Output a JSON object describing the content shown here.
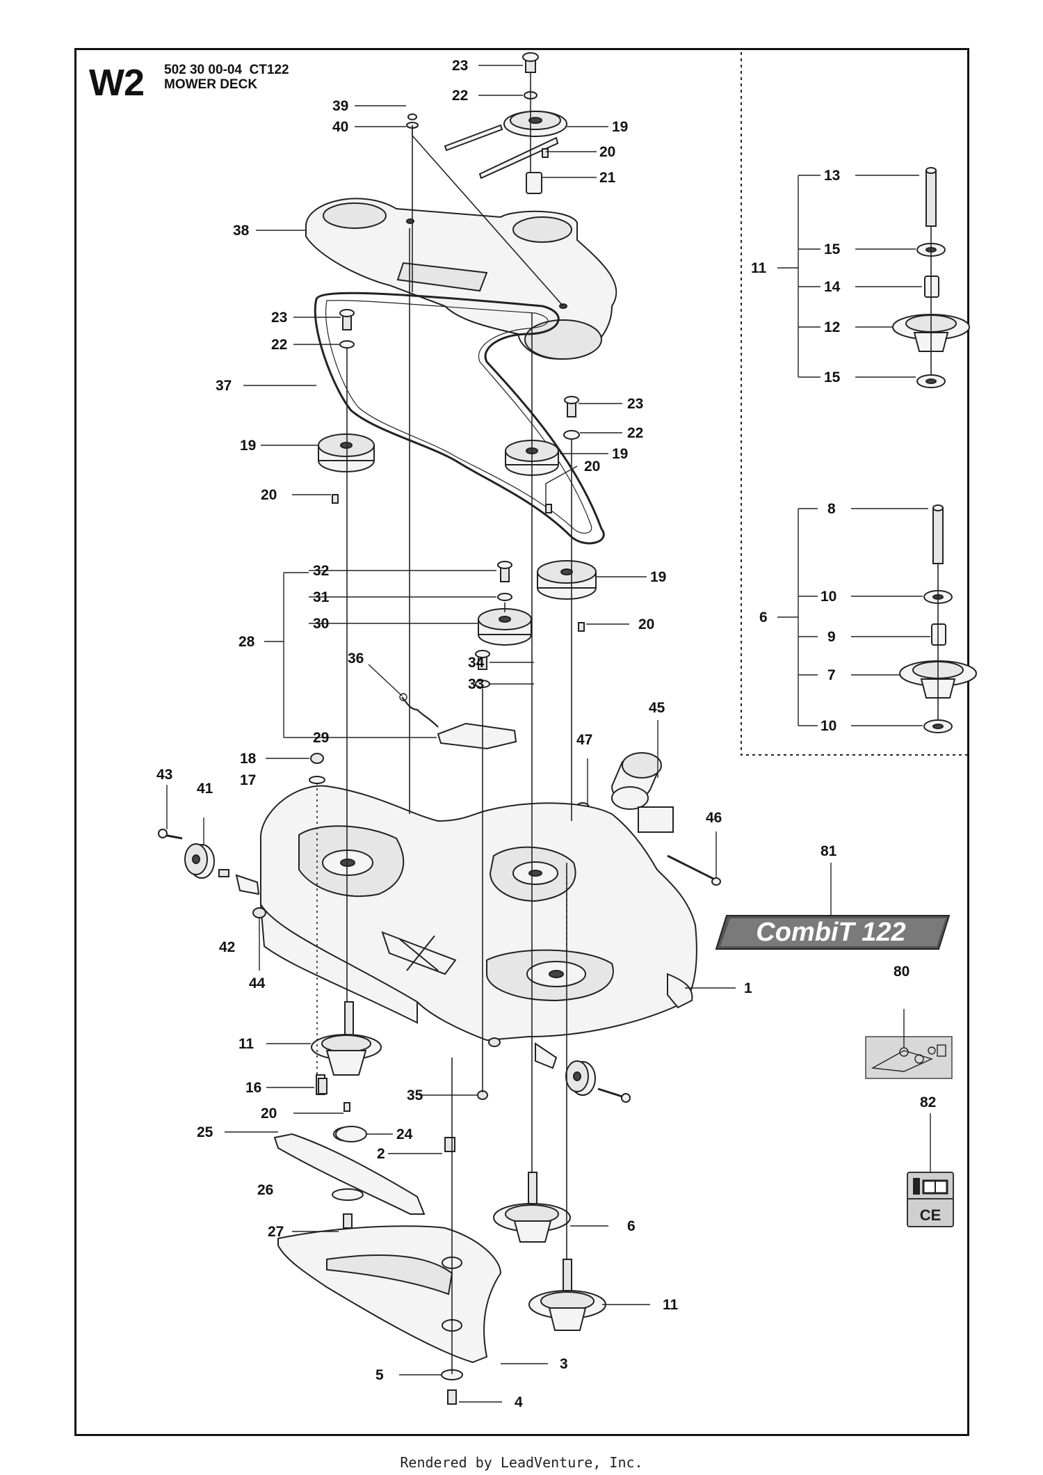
{
  "header": {
    "sheet": "W2",
    "part_number": "502 30 00-04",
    "model": "CT122",
    "title": "MOWER DECK"
  },
  "badge": {
    "label": "CombiT 122"
  },
  "footer": {
    "text": "Rendered by LeadVenture, Inc."
  },
  "callouts": [
    {
      "id": "c23a",
      "label": "23"
    },
    {
      "id": "c22a",
      "label": "22"
    },
    {
      "id": "c39",
      "label": "39"
    },
    {
      "id": "c40",
      "label": "40"
    },
    {
      "id": "c19a",
      "label": "19"
    },
    {
      "id": "c20a",
      "label": "20"
    },
    {
      "id": "c21",
      "label": "21"
    },
    {
      "id": "c38",
      "label": "38"
    },
    {
      "id": "c23b",
      "label": "23"
    },
    {
      "id": "c22b",
      "label": "22"
    },
    {
      "id": "c37",
      "label": "37"
    },
    {
      "id": "c23c",
      "label": "23"
    },
    {
      "id": "c22c",
      "label": "22"
    },
    {
      "id": "c19b",
      "label": "19"
    },
    {
      "id": "c19c",
      "label": "19"
    },
    {
      "id": "c20b",
      "label": "20"
    },
    {
      "id": "c20c",
      "label": "20"
    },
    {
      "id": "c32",
      "label": "32"
    },
    {
      "id": "c31",
      "label": "31"
    },
    {
      "id": "c30",
      "label": "30"
    },
    {
      "id": "c28",
      "label": "28"
    },
    {
      "id": "c19d",
      "label": "19"
    },
    {
      "id": "c20d",
      "label": "20"
    },
    {
      "id": "c36",
      "label": "36"
    },
    {
      "id": "c34",
      "label": "34"
    },
    {
      "id": "c33",
      "label": "33"
    },
    {
      "id": "c29",
      "label": "29"
    },
    {
      "id": "c18",
      "label": "18"
    },
    {
      "id": "c17",
      "label": "17"
    },
    {
      "id": "c45",
      "label": "45"
    },
    {
      "id": "c47",
      "label": "47"
    },
    {
      "id": "c43",
      "label": "43"
    },
    {
      "id": "c41",
      "label": "41"
    },
    {
      "id": "c46",
      "label": "46"
    },
    {
      "id": "c81",
      "label": "81"
    },
    {
      "id": "c42",
      "label": "42"
    },
    {
      "id": "c44",
      "label": "44"
    },
    {
      "id": "c1",
      "label": "1"
    },
    {
      "id": "c80",
      "label": "80"
    },
    {
      "id": "c11a",
      "label": "11"
    },
    {
      "id": "c16",
      "label": "16"
    },
    {
      "id": "c35",
      "label": "35"
    },
    {
      "id": "c20e",
      "label": "20"
    },
    {
      "id": "c25",
      "label": "25"
    },
    {
      "id": "c24",
      "label": "24"
    },
    {
      "id": "c82",
      "label": "82"
    },
    {
      "id": "c2",
      "label": "2"
    },
    {
      "id": "c26",
      "label": "26"
    },
    {
      "id": "c6a",
      "label": "6"
    },
    {
      "id": "c27",
      "label": "27"
    },
    {
      "id": "c11b",
      "label": "11"
    },
    {
      "id": "c3",
      "label": "3"
    },
    {
      "id": "c5",
      "label": "5"
    },
    {
      "id": "c4",
      "label": "4"
    },
    {
      "id": "c13",
      "label": "13"
    },
    {
      "id": "c11c",
      "label": "11"
    },
    {
      "id": "c15a",
      "label": "15"
    },
    {
      "id": "c14",
      "label": "14"
    },
    {
      "id": "c12",
      "label": "12"
    },
    {
      "id": "c15b",
      "label": "15"
    },
    {
      "id": "c8",
      "label": "8"
    },
    {
      "id": "c6b",
      "label": "6"
    },
    {
      "id": "c10a",
      "label": "10"
    },
    {
      "id": "c9",
      "label": "9"
    },
    {
      "id": "c7",
      "label": "7"
    },
    {
      "id": "c10b",
      "label": "10"
    }
  ]
}
